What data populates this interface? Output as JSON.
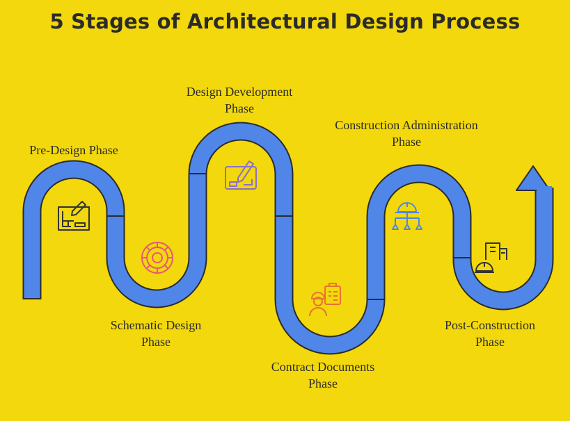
{
  "title": "5 Stages of Architectural Design Process",
  "stages": [
    {
      "line1": "Pre-Design Phase",
      "line2": "",
      "icon": "blueprint-pencil-icon"
    },
    {
      "line1": "Schematic Design",
      "line2": "Phase",
      "icon": "target-icon"
    },
    {
      "line1": "Design Development",
      "line2": "Phase",
      "icon": "drafting-tablet-icon"
    },
    {
      "line1": "Contract Documents",
      "line2": "Phase",
      "icon": "worker-clipboard-icon"
    },
    {
      "line1": "Construction Administration",
      "line2": "Phase",
      "icon": "hardhat-hierarchy-icon"
    },
    {
      "line1": "Post-Construction",
      "line2": "Phase",
      "icon": "hardhat-building-icon"
    }
  ],
  "colors": {
    "background": "#F2D80C",
    "road": "#4F86E8",
    "outline": "#2b2b2b",
    "icon_dark": "#333333",
    "icon_pink": "#E8577A",
    "icon_purple": "#8A6FC9",
    "icon_orange": "#E8732E",
    "icon_blue": "#4F86E8"
  }
}
